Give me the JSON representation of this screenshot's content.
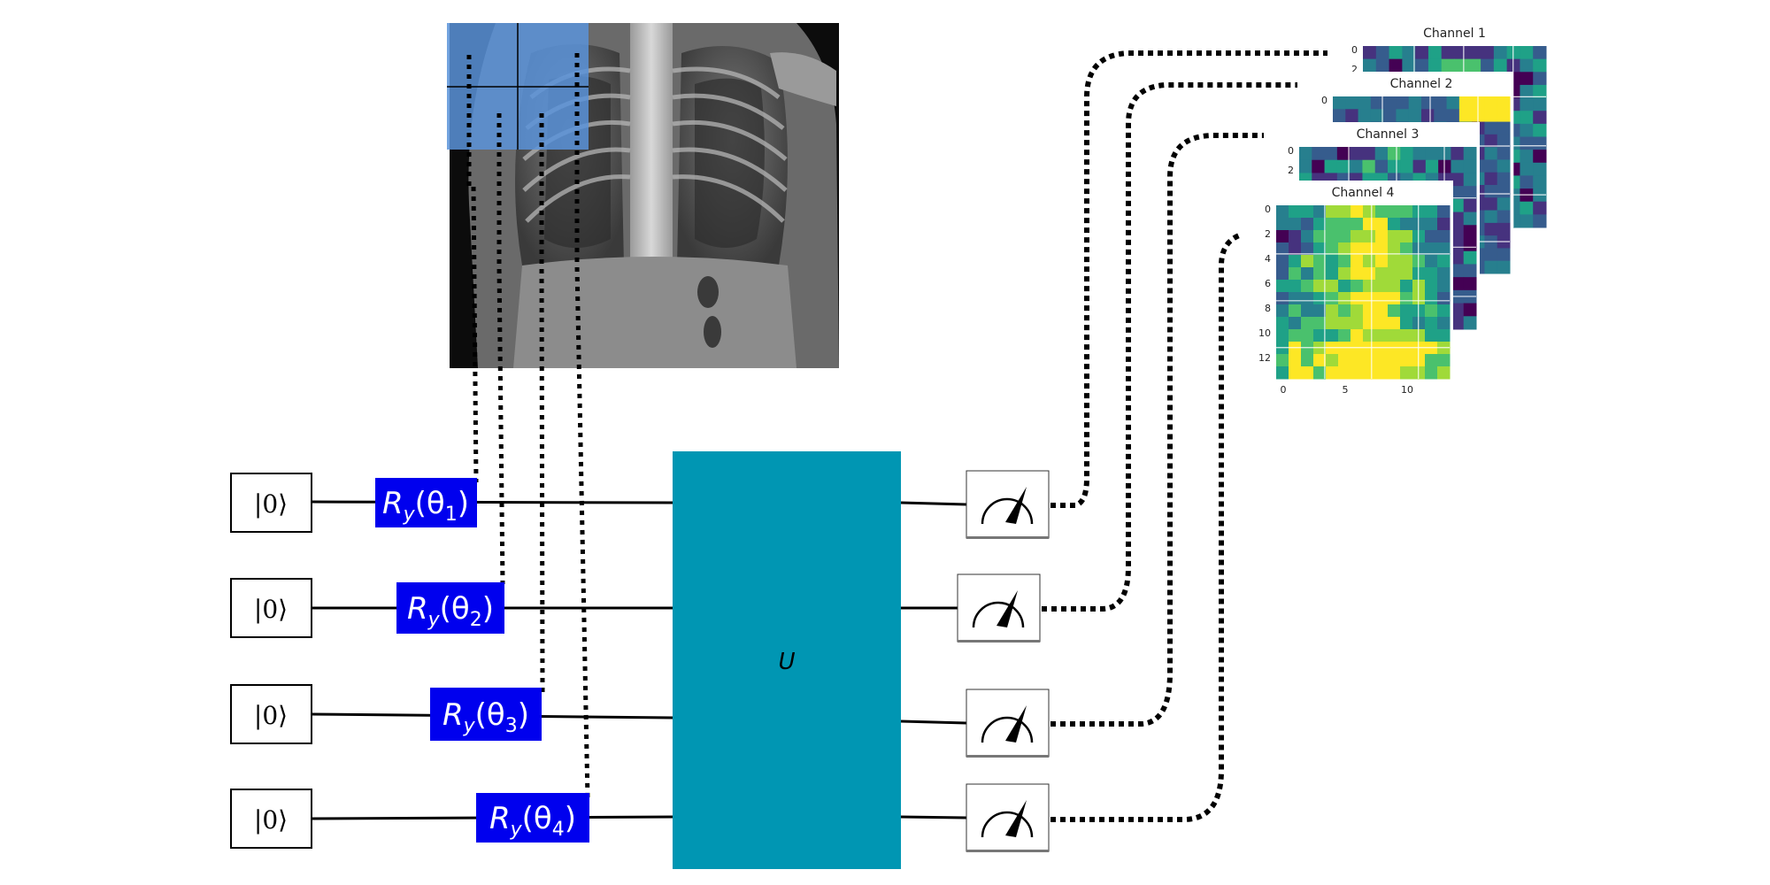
{
  "circuit": {
    "qubits": [
      {
        "ket": "|0⟩",
        "gate": {
          "name": "R",
          "sub": "y",
          "theta_sub": "1"
        }
      },
      {
        "ket": "|0⟩",
        "gate": {
          "name": "R",
          "sub": "y",
          "theta_sub": "2"
        }
      },
      {
        "ket": "|0⟩",
        "gate": {
          "name": "R",
          "sub": "y",
          "theta_sub": "3"
        }
      },
      {
        "ket": "|0⟩",
        "gate": {
          "name": "R",
          "sub": "y",
          "theta_sub": "4"
        }
      }
    ],
    "unitary_label": "U",
    "gate_color": "#0000ee",
    "unitary_color": "#0096b3"
  },
  "patch_color": "#5b93d9",
  "channels": [
    {
      "title": "Channel 1",
      "y_ticks": [
        "0",
        "2"
      ],
      "x_ticks": []
    },
    {
      "title": "Channel 2",
      "y_ticks": [
        "0"
      ],
      "x_ticks": []
    },
    {
      "title": "Channel 3",
      "y_ticks": [
        "0",
        "2"
      ],
      "x_ticks": []
    },
    {
      "title": "Channel 4",
      "y_ticks": [
        "0",
        "2",
        "4",
        "6",
        "8",
        "10",
        "12"
      ],
      "x_ticks": [
        "0",
        "5",
        "10"
      ]
    }
  ]
}
